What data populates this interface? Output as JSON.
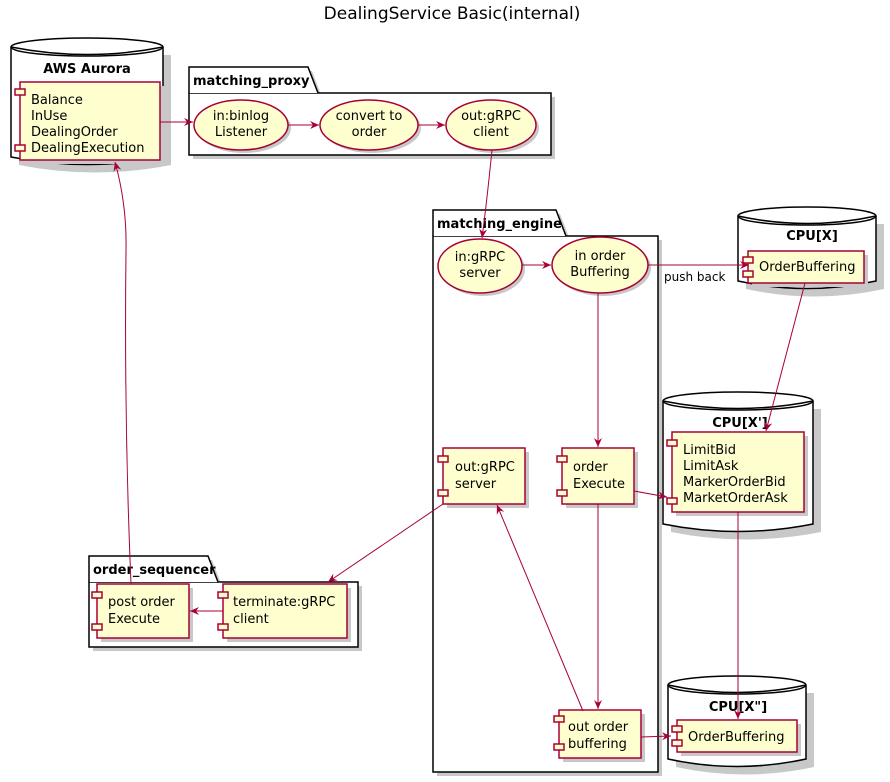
{
  "title": "DealingService Basic(internal)",
  "databases": {
    "aws_aurora": {
      "title": "AWS Aurora",
      "items": [
        "Balance",
        "InUse",
        "DealingOrder",
        "DealingExecution"
      ]
    },
    "cpu_x": {
      "title": "CPU[X]",
      "items": [
        "OrderBuffering"
      ]
    },
    "cpu_x1": {
      "title": "CPU[X']",
      "items": [
        "LimitBid",
        "LimitAsk",
        "MarkerOrderBid",
        "MarketOrderAsk"
      ]
    },
    "cpu_x2": {
      "title": "CPU[X\"]",
      "items": [
        "OrderBuffering"
      ]
    }
  },
  "packages": {
    "matching_proxy": {
      "title": "matching_proxy",
      "nodes": [
        [
          "in:binlog",
          "Listener"
        ],
        [
          "convert to",
          "order"
        ],
        [
          "out:gRPC",
          "client"
        ]
      ]
    },
    "matching_engine": {
      "title": "matching_engine",
      "nodes": {
        "in_grpc_server": [
          "in:gRPC",
          "server"
        ],
        "in_order_buffering": [
          "in order",
          "Buffering"
        ],
        "out_grpc_server": [
          "out:gRPC",
          "server"
        ],
        "order_execute": [
          "order",
          "Execute"
        ],
        "out_order_buffering": [
          "out order",
          "buffering"
        ]
      }
    },
    "order_sequencer": {
      "title": "order_sequencer",
      "nodes": {
        "post_order_execute": [
          "post order",
          "Execute"
        ],
        "terminate_grpc_client": [
          "terminate:gRPC",
          "client"
        ]
      }
    }
  },
  "edge_labels": {
    "push_back": "push back"
  }
}
